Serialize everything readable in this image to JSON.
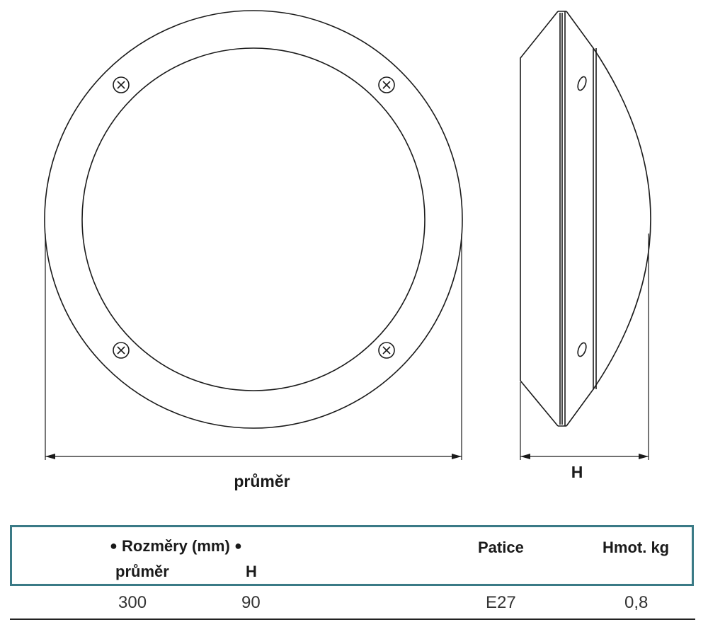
{
  "drawing": {
    "diameter_label": "průměr",
    "height_label": "H"
  },
  "table": {
    "group_header": "Rozměry (mm)",
    "col_diameter": "průměr",
    "col_height": "H",
    "col_socket": "Patice",
    "col_weight": "Hmot. kg",
    "row": {
      "diameter": "300",
      "height": "90",
      "socket": "E27",
      "weight": "0,8"
    }
  },
  "colors": {
    "table_border": "#3a7a86",
    "line": "#1a1a1a"
  }
}
